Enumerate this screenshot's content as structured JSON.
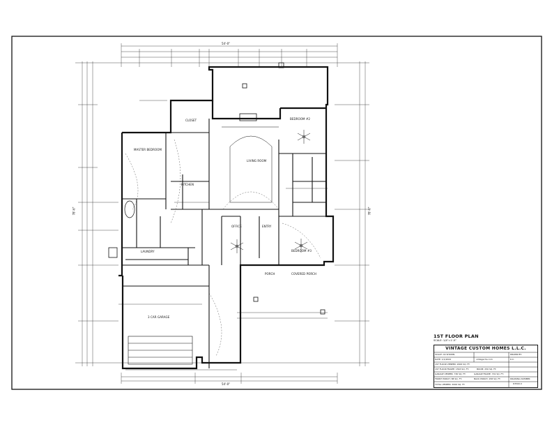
{
  "plan": {
    "title": "1ST FLOOR PLAN",
    "scale": "SCALE: 1/4\"=1'-0\"",
    "overall_top": "54'-0\"",
    "overall_bottom": "54'-0\"",
    "overall_left": "78'-6\"",
    "overall_right": "78'-6\""
  },
  "rooms": {
    "master_bedroom": "MASTER BEDROOM",
    "living_room": "LIVING ROOM",
    "bedroom_2": "BEDROOM #2",
    "bedroom_3": "BEDROOM #3",
    "closet": "CLOSET",
    "kitchen": "KITCHEN",
    "office": "OFFICE",
    "entry": "ENTRY",
    "laundry": "LAUNDRY",
    "garage": "3 CAR GARAGE",
    "covered_porch": "COVERED PORCH",
    "porch": "PORCH"
  },
  "title_block": {
    "company": "VINTAGE CUSTOM HOMES L.L.C.",
    "scale_label": "SCALE: AS SHOWN",
    "date_label": "DATE: 1/1/2022",
    "drawn_by_label": "DRAWN BY:",
    "drawn_by_value": "K.C.",
    "email": "vintagechs.com",
    "first_floor_veneer": "1ST FLOOR VENEER: 2006 SQ. FT.",
    "first_floor_frame": "1ST FLOOR FRAME: 1563 SQ. FT.",
    "bonus": "BOOM: 250 SQ. FT.",
    "garage_veneer": "GARAGE VENEER: 736 SQ. FT.",
    "garage_frame": "GARAGE FRAME: 701 SQ. FT.",
    "front_porch": "FRONT PORCH: 88 SQ. FT.",
    "back_porch": "BACK PORCH: 258 SQ. FT.",
    "total_veneer": "TOTAL VENEER: 3006 SQ. FT.",
    "drawing_number_label": "DRAWING NUMBER",
    "drawing_number": "D3500.0"
  }
}
